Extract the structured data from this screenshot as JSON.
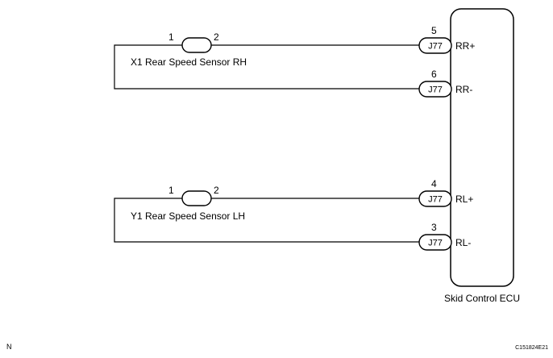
{
  "ecu": {
    "label": "Skid Control ECU",
    "pins": [
      {
        "number": "5",
        "connector": "J77",
        "name": "RR+"
      },
      {
        "number": "6",
        "connector": "J77",
        "name": "RR-"
      },
      {
        "number": "4",
        "connector": "J77",
        "name": "RL+"
      },
      {
        "number": "3",
        "connector": "J77",
        "name": "RL-"
      }
    ]
  },
  "sensors": [
    {
      "label": "X1  Rear Speed Sensor RH",
      "pin1": "1",
      "pin2": "2"
    },
    {
      "label": "Y1  Rear Speed Sensor LH",
      "pin1": "1",
      "pin2": "2"
    }
  ],
  "footer": {
    "left": "N",
    "right": "C151824E21"
  }
}
